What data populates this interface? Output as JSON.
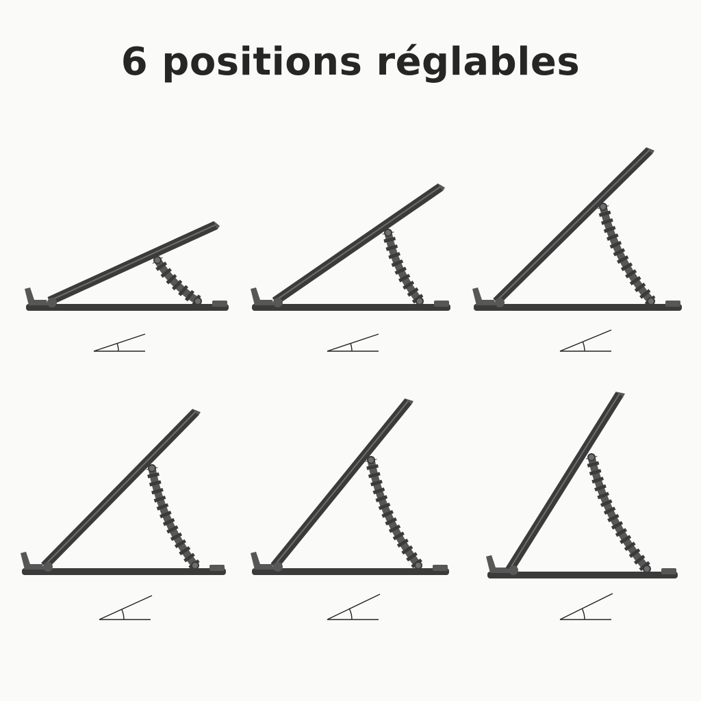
{
  "title": "6 positions réglables",
  "colors": {
    "background": "#fafaf8",
    "stand_dark": "#3b3b3b",
    "stand_mid": "#575757",
    "stand_light": "#6e6e6e",
    "text": "#262626"
  },
  "positions": [
    {
      "label": "position-1",
      "icon": "angle-icon"
    },
    {
      "label": "position-2",
      "icon": "angle-icon"
    },
    {
      "label": "position-3",
      "icon": "angle-icon"
    },
    {
      "label": "position-4",
      "icon": "angle-icon"
    },
    {
      "label": "position-5",
      "icon": "angle-icon"
    },
    {
      "label": "position-6",
      "icon": "angle-icon"
    }
  ]
}
